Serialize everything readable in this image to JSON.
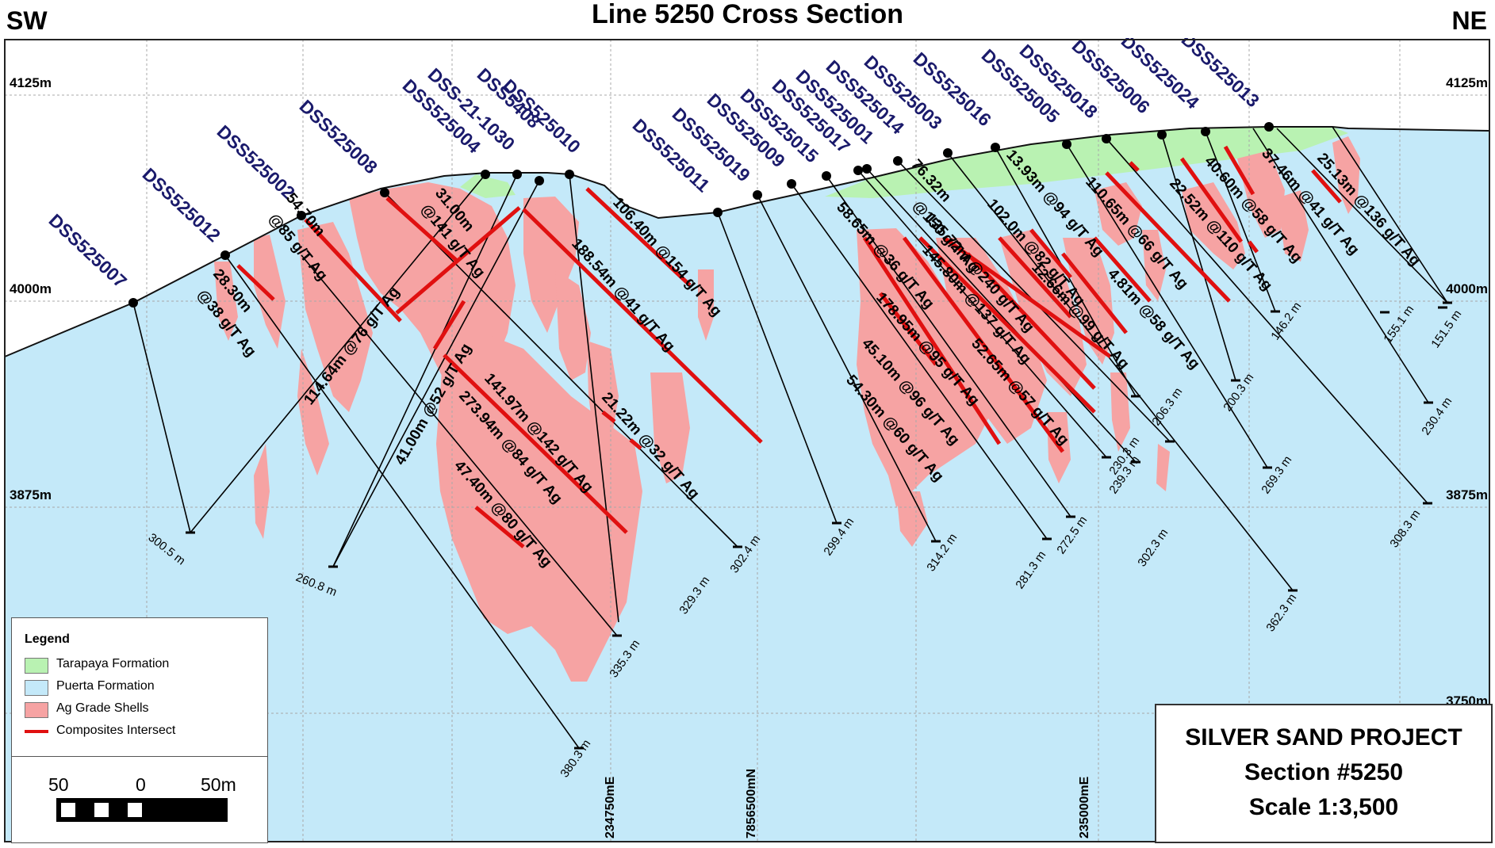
{
  "title": "Line 5250 Cross Section",
  "direction_left": "SW",
  "direction_right": "NE",
  "elevations": {
    "left": [
      "4125m",
      "4000m",
      "3875m"
    ],
    "right": [
      "4125m",
      "4000m",
      "3875m",
      "3750m"
    ]
  },
  "eastings": [
    "234750mE",
    "7856500mN",
    "235000mE"
  ],
  "colors": {
    "tarapaya": "#b9f2b2",
    "puerta": "#c4e9f9",
    "grade_shell": "#f6a3a3",
    "composite": "#e01010",
    "hole_label": "#1a1a6b"
  },
  "holes": [
    "DSS525007",
    "DSS525012",
    "DSS525002",
    "DSS525008",
    "DSS525004",
    "DSS-21-1030",
    "DSS5408",
    "DSS525010",
    "DSS525011",
    "DSS525019",
    "DSS525009",
    "DSS525015",
    "DSS525017",
    "DSS525001",
    "DSS525014",
    "DSS525003",
    "DSS525016",
    "DSS525005",
    "DSS525018",
    "DSS525006",
    "DSS525024",
    "DSS525013"
  ],
  "intercepts": [
    "28.30m",
    "@38 g/T Ag",
    "54.70m",
    "@85 g/T Ag",
    "114.64m @76 g/T Ag",
    "31.00m",
    "@141 g/T Ag",
    "41.00m @52 g/T Ag",
    "141.97m @142 g/T Ag",
    "273.94m @84 g/T Ag",
    "47.40m @80 g/T Ag",
    "21.22m @32 g/T Ag",
    "188.54m @41 g/T Ag",
    "106.40m @154 g/T Ag",
    "58.65m @36 g/T Ag",
    "178.95m @95 g/T Ag",
    "45.10m @96 g/T Ag",
    "54.30m @60 g/T Ag",
    "145.80m @137 g/T Ag",
    "52.65m @57 g/T Ag",
    "135.72m @240 g/T Ag",
    "76.32m",
    "@150 g/T Ag",
    "102.0m @82 g/T Ag",
    "12.66m @99 g/T Ag",
    "13.93m @94 g/T Ag",
    "4.81m @58 g/T Ag",
    "110.65m @66 g/T Ag",
    "22.52m @110 g/T Ag",
    "40.60m @58 g/T Ag",
    "37.46m @41 g/T Ag",
    "25.13m @136 g/T Ag"
  ],
  "depths": [
    "300.5 m",
    "260.8 m",
    "380.3 m",
    "335.3 m",
    "329.3 m",
    "302.4 m",
    "299.4 m",
    "314.2 m",
    "281.3 m",
    "272.5 m",
    "302.3 m",
    "362.3 m",
    "239.3 m",
    "230.3 m",
    "206.3 m",
    "200.3 m",
    "269.3 m",
    "146.2 m",
    "155.1 m",
    "151.5 m",
    "230.4 m",
    "308.3 m"
  ],
  "legend": {
    "title": "Legend",
    "items": [
      {
        "label": "Tarapaya Formation",
        "kind": "box",
        "color": "#b9f2b2"
      },
      {
        "label": "Puerta Formation",
        "kind": "box",
        "color": "#c4e9f9"
      },
      {
        "label": "Ag Grade Shells",
        "kind": "box",
        "color": "#f6a3a3"
      },
      {
        "label": "Composites Intersect",
        "kind": "line",
        "color": "#e01010"
      }
    ]
  },
  "scale": {
    "left": "50",
    "mid": "0",
    "right": "50m"
  },
  "project": {
    "name": "SILVER SAND PROJECT",
    "section": "Section #5250",
    "scale": "Scale 1:3,500"
  }
}
